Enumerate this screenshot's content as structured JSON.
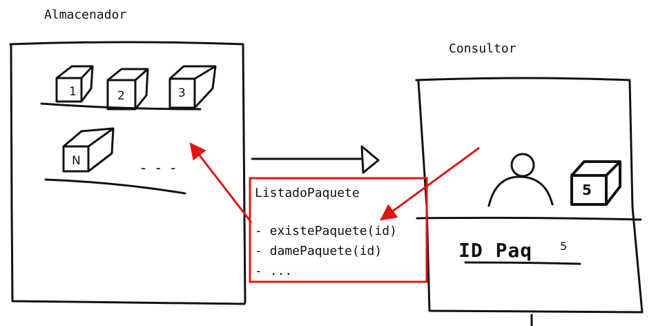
{
  "diagram": {
    "left_panel": {
      "title": "Almacenador",
      "boxes": [
        "1",
        "2",
        "3"
      ],
      "box_n": "N",
      "ellipsis": "- - -"
    },
    "right_panel": {
      "title": "Consultor",
      "box_label": "5",
      "field_label": "ID Paq",
      "field_value": "5"
    },
    "interface_box": {
      "title": "ListadoPaquete",
      "methods": [
        "- existePaquete(id)",
        "- damePaquete(id)",
        "- ..."
      ]
    },
    "colors": {
      "ink": "#111111",
      "accent_red": "#e01515"
    }
  }
}
